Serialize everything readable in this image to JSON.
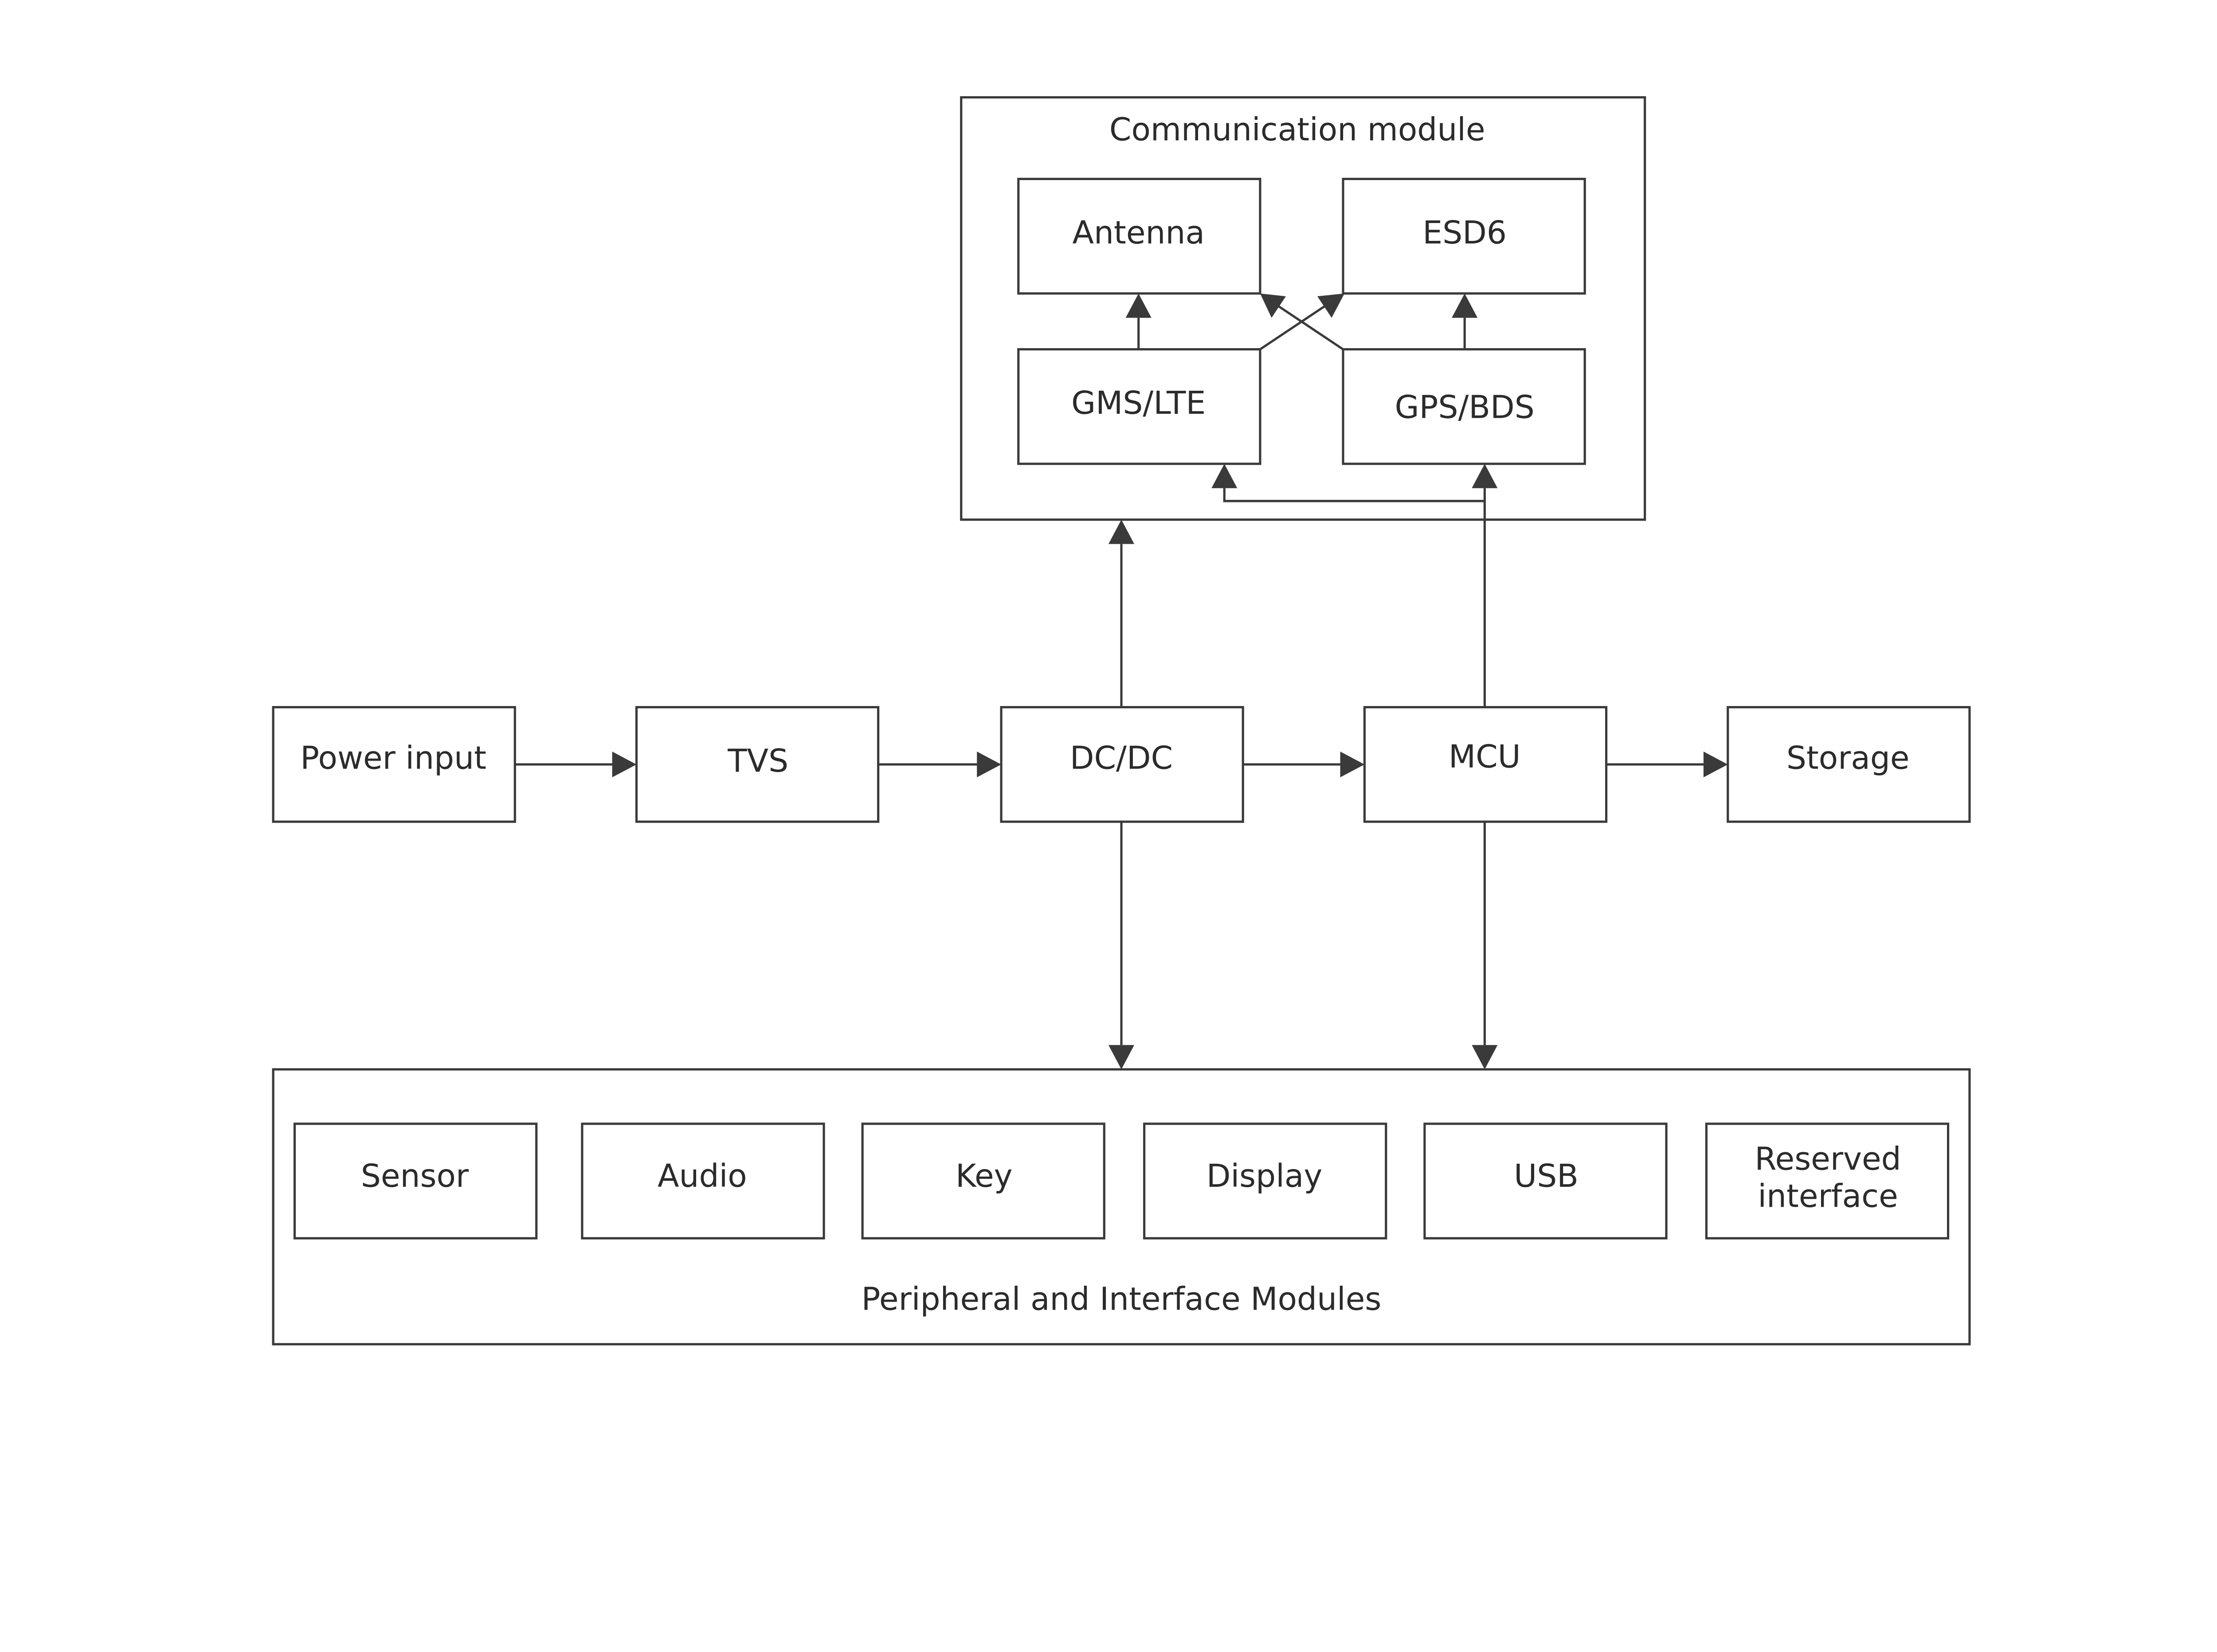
{
  "groups": {
    "communication": "Communication module",
    "peripheral": "Peripheral and Interface Modules"
  },
  "nodes": {
    "antenna": "Antenna",
    "esd6": "ESD6",
    "gms_lte": "GMS/LTE",
    "gps_bds": "GPS/BDS",
    "power_input": "Power input",
    "tvs": "TVS",
    "dcdc": "DC/DC",
    "mcu": "MCU",
    "storage": "Storage",
    "sensor": "Sensor",
    "audio": "Audio",
    "key": "Key",
    "display": "Display",
    "usb": "USB",
    "reserved_line1": "Reserved",
    "reserved_line2": "interface"
  }
}
